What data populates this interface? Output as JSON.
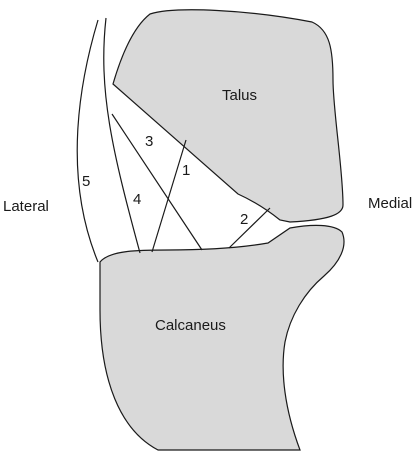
{
  "labels": {
    "talus": "Talus",
    "calcaneus": "Calcaneus",
    "lateral": "Lateral",
    "medial": "Medial",
    "ligament_1": "1",
    "ligament_2": "2",
    "ligament_3": "3",
    "ligament_4": "4",
    "ligament_5": "5"
  },
  "colors": {
    "bone_fill": "#d9d9d9",
    "outline": "#1a1a1a",
    "background": "#ffffff"
  }
}
